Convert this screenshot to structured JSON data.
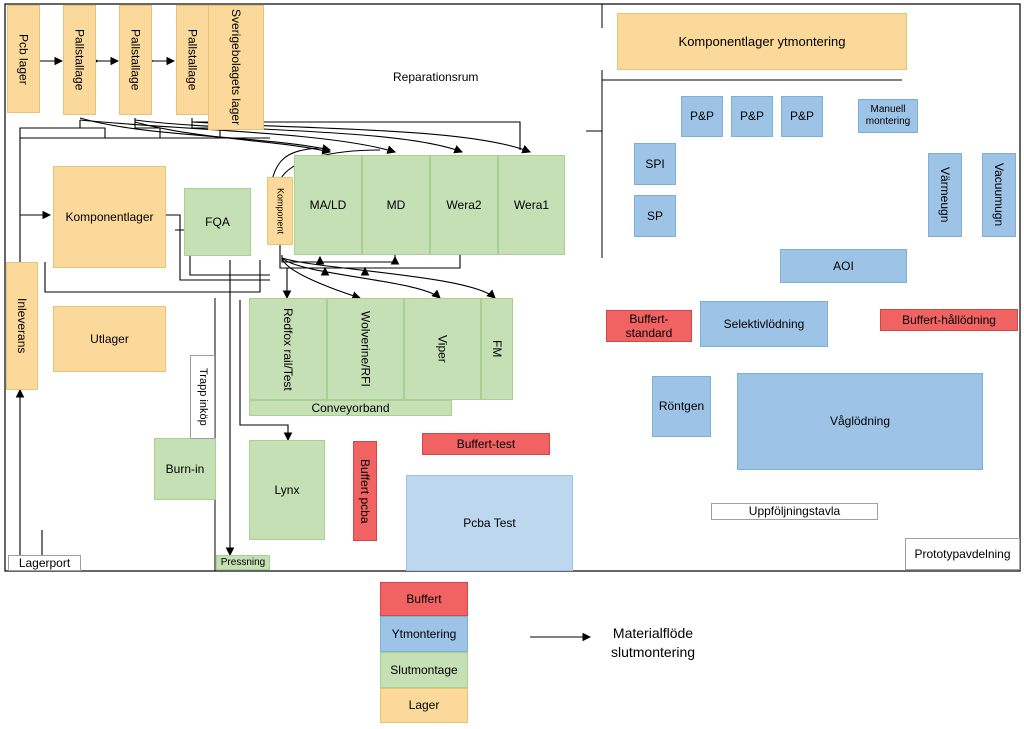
{
  "areas": {
    "pcb_lager": "Pcb lager",
    "pallstallage_1": "Pallstallage",
    "pallstallage_2": "Pallstallage",
    "pallstallage_3": "Pallstallage",
    "sverigebolaget": "Sverigebolagets lager",
    "reparationsrum": "Reparationsrum",
    "komponentlager_yt": "Komponentlager ytmontering",
    "komponentlager": "Komponentlager",
    "fqa": "FQA",
    "komponent": "Komponent",
    "ma_ld": "MA/LD",
    "md": "MD",
    "wera2": "Wera2",
    "wera1": "Wera1",
    "pp1": "P&P",
    "pp2": "P&P",
    "pp3": "P&P",
    "manuell": "Manuell montering",
    "spi": "SPI",
    "sp": "SP",
    "varmeugn": "Värmeugn",
    "vacuumugn": "Vacuumugn",
    "aoi": "AOI",
    "inleverans": "Inleverans",
    "utlager": "Utlager",
    "redfox": "Redfox rail/Test",
    "wolverine": "Wolverine/RFI",
    "viper": "Viper",
    "fm": "FM",
    "conveyorband": "Conveyorband",
    "buffert_standard": "Buffert-standard",
    "selektiv": "Selektivlödning",
    "buffert_hall": "Buffert-hållödning",
    "trapp": "Trapp inköp",
    "burn_in": "Burn-in",
    "lynx": "Lynx",
    "buffert_pcba": "Buffert pcba",
    "buffert_test": "Buffert-test",
    "pcba_test": "Pcba Test",
    "rontgen": "Röntgen",
    "vaglodning": "Våglödning",
    "uppfoljning": "Uppföljningstavla",
    "prototyp": "Prototypavdelning",
    "lagerport": "Lagerport",
    "pressning": "Pressning"
  },
  "legend": {
    "buffert": "Buffert",
    "ytmontering": "Ytmontering",
    "slutmontage": "Slutmontage",
    "lager": "Lager",
    "arrow_label": "Materialflöde slutmontering"
  },
  "colors": {
    "lager": "#fbd99a",
    "slutmontage": "#c5e0b4",
    "ytmontering": "#9dc3e6",
    "buffert": "#f16363"
  }
}
